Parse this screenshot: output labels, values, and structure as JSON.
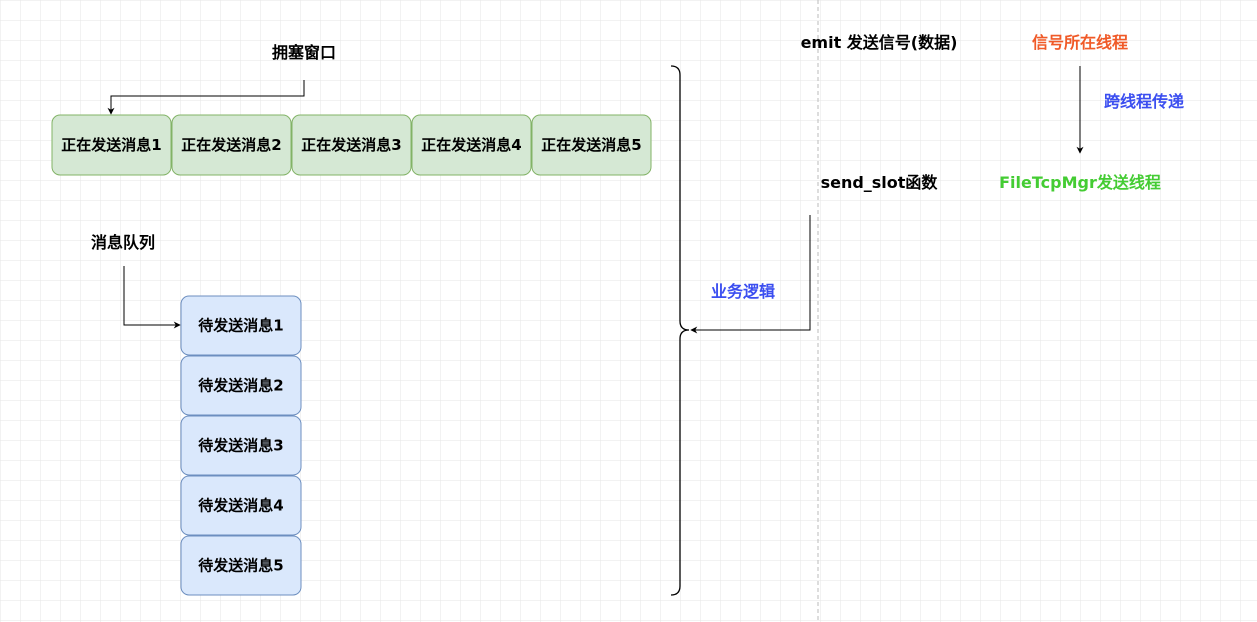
{
  "colors": {
    "window_fill": "#d5e8d4",
    "window_stroke": "#82b366",
    "queue_fill": "#dae8fc",
    "queue_stroke": "#6c8ebf",
    "signal_thread": "#f05a28",
    "cross_thread": "#3b4ef0",
    "send_thread": "#44cc33",
    "business": "#3b4ef0"
  },
  "congestion_window": {
    "title": "拥塞窗口",
    "items": [
      "正在发送消息1",
      "正在发送消息2",
      "正在发送消息3",
      "正在发送消息4",
      "正在发送消息5"
    ]
  },
  "message_queue": {
    "title": "消息队列",
    "items": [
      "待发送消息1",
      "待发送消息2",
      "待发送消息3",
      "待发送消息4",
      "待发送消息5"
    ]
  },
  "flow": {
    "emit_label": "emit 发送信号(数据)",
    "signal_thread": "信号所在线程",
    "cross_thread": "跨线程传递",
    "slot_label": "send_slot函数",
    "send_thread": "FileTcpMgr发送线程",
    "business_logic": "业务逻辑"
  }
}
